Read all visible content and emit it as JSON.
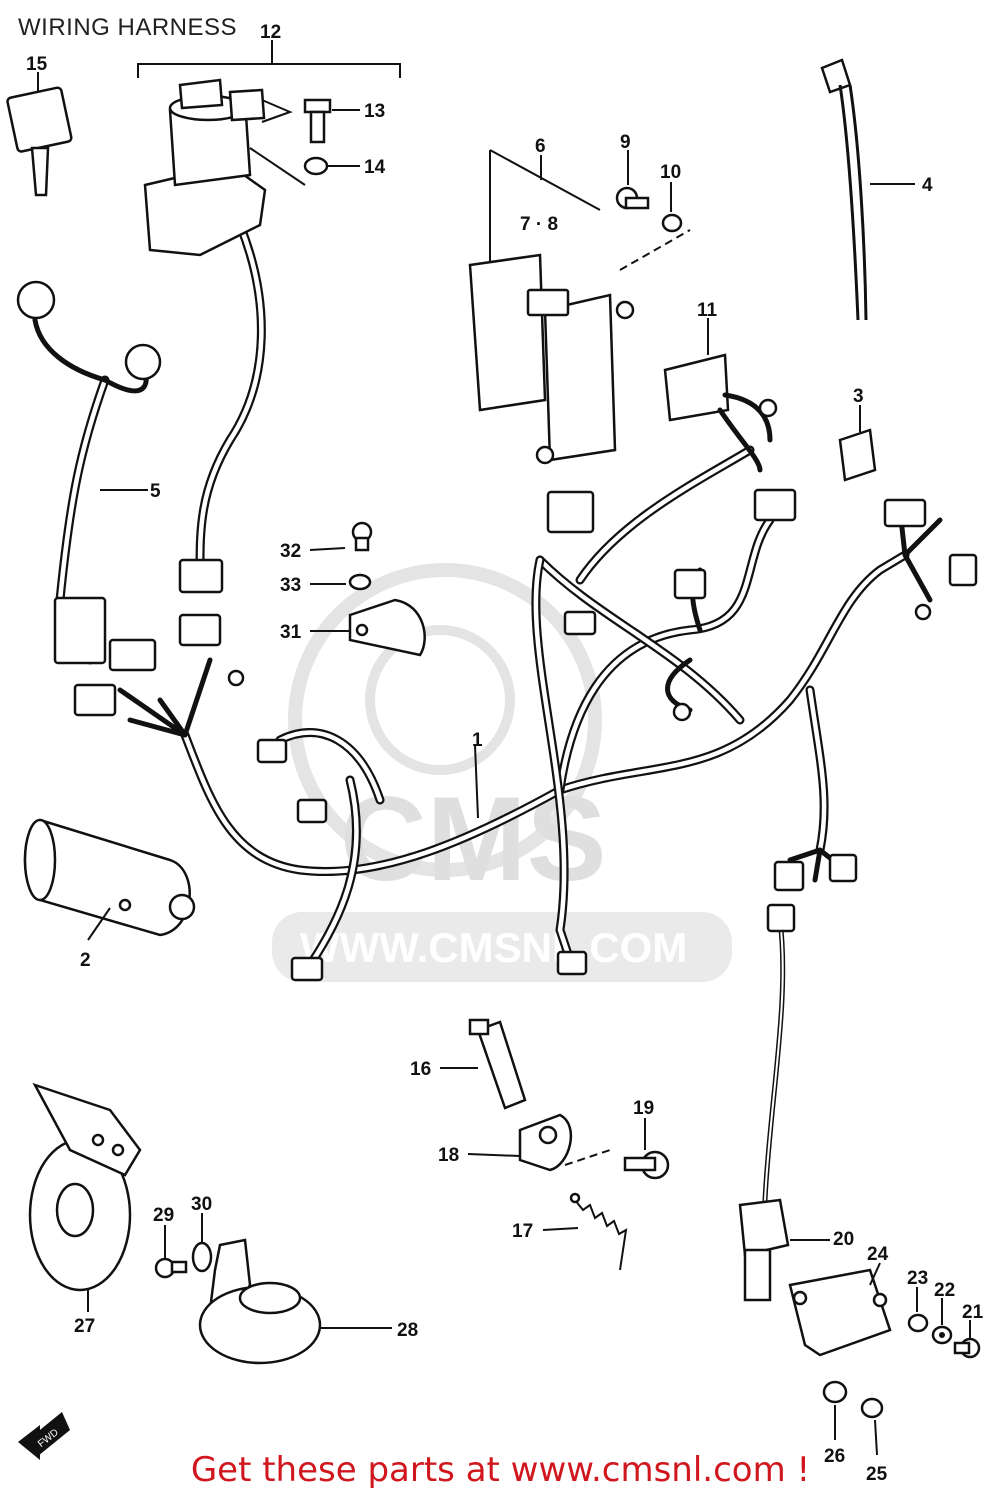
{
  "title": "WIRING HARNESS",
  "footer": "Get these parts at www.cmsnl.com !",
  "watermark": {
    "brand": "CMS",
    "url": "WWW.CMSNL.COM"
  },
  "callouts": {
    "c1": "1",
    "c2": "2",
    "c3": "3",
    "c4": "4",
    "c5": "5",
    "c6": "6",
    "c78": "7 · 8",
    "c9": "9",
    "c10": "10",
    "c11": "11",
    "c12": "12",
    "c13": "13",
    "c14": "14",
    "c15": "15",
    "c16": "16",
    "c17": "17",
    "c18": "18",
    "c19": "19",
    "c20": "20",
    "c21": "21",
    "c22": "22",
    "c23": "23",
    "c24": "24",
    "c25": "25",
    "c26": "26",
    "c27": "27",
    "c28": "28",
    "c29": "29",
    "c30": "30",
    "c31": "31",
    "c32": "32",
    "c33": "33"
  },
  "fwd_label": "FWD"
}
